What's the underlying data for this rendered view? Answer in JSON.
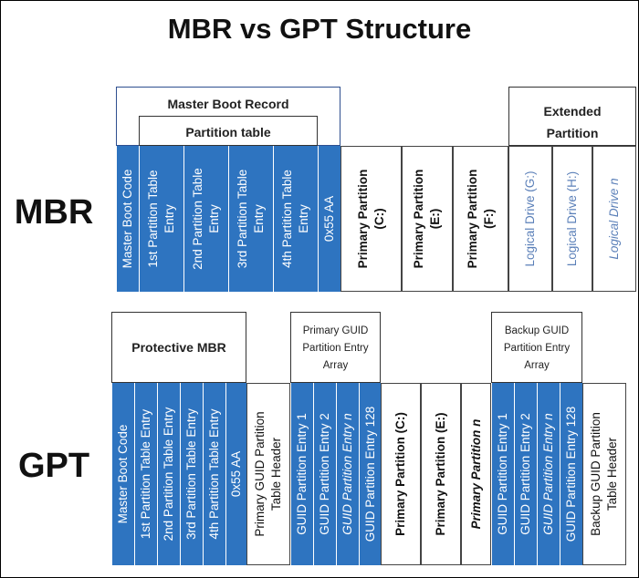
{
  "title": "MBR vs GPT Structure",
  "labels": {
    "mbr": "MBR",
    "gpt": "GPT"
  },
  "colors": {
    "blue": "#2e74c0",
    "light_text": "#5a7fb8",
    "border_blue": "#2e4f8f"
  },
  "mbr": {
    "master_boot_record": "Master Boot Record",
    "partition_table": "Partition table",
    "extended_partition": [
      "Extended",
      "Partition"
    ],
    "cells": [
      {
        "lines": [
          "Master Boot Code"
        ]
      },
      {
        "lines": [
          "1st Partition Table",
          "Entry"
        ]
      },
      {
        "lines": [
          "2nd Partition Table",
          "Entry"
        ]
      },
      {
        "lines": [
          "3rd Partition Table",
          "Entry"
        ]
      },
      {
        "lines": [
          "4th Partition Table",
          "Entry"
        ]
      },
      {
        "lines": [
          "0x55 AA"
        ]
      },
      {
        "lines": [
          "Primary Partition",
          "(C:)"
        ]
      },
      {
        "lines": [
          "Primary Partition",
          "(E:)"
        ]
      },
      {
        "lines": [
          "Primary Partition",
          "(F:)"
        ]
      },
      {
        "lines": [
          "Logical Drive (G:)"
        ]
      },
      {
        "lines": [
          "Logical Drive (H:)"
        ]
      },
      {
        "lines": [
          "Logical Drive n"
        ]
      }
    ]
  },
  "gpt": {
    "protective_mbr": "Protective MBR",
    "primary_array": [
      "Primary GUID",
      "Partition Entry",
      "Array"
    ],
    "backup_array": [
      "Backup GUID",
      "Partition Entry",
      "Array"
    ],
    "cells": [
      {
        "lines": [
          "Master Boot Code"
        ]
      },
      {
        "lines": [
          "1st Partition Table Entry"
        ]
      },
      {
        "lines": [
          "2nd Partition Table Entry"
        ]
      },
      {
        "lines": [
          "3rd Partition Table Entry"
        ]
      },
      {
        "lines": [
          "4th Partition Table Entry"
        ]
      },
      {
        "lines": [
          "0x55 AA"
        ]
      },
      {
        "lines": [
          "Primary GUID Partition",
          "Table Header"
        ]
      },
      {
        "lines": [
          "GUID Partition Entry 1"
        ]
      },
      {
        "lines": [
          "GUID Partition Entry 2"
        ]
      },
      {
        "lines": [
          "GUID Partition Entry n"
        ]
      },
      {
        "lines": [
          "GUID Partition Entry 128"
        ]
      },
      {
        "lines": [
          "Primary Partition (C:)"
        ]
      },
      {
        "lines": [
          "Primary Partition (E:)"
        ]
      },
      {
        "lines": [
          "Primary Partition n"
        ]
      },
      {
        "lines": [
          "GUID Partition Entry 1"
        ]
      },
      {
        "lines": [
          "GUID Partition Entry 2"
        ]
      },
      {
        "lines": [
          "GUID Partition Entry n"
        ]
      },
      {
        "lines": [
          "GUID Partition Entry 128"
        ]
      },
      {
        "lines": [
          "Backup GUID Partition",
          "Table Header"
        ]
      }
    ]
  }
}
